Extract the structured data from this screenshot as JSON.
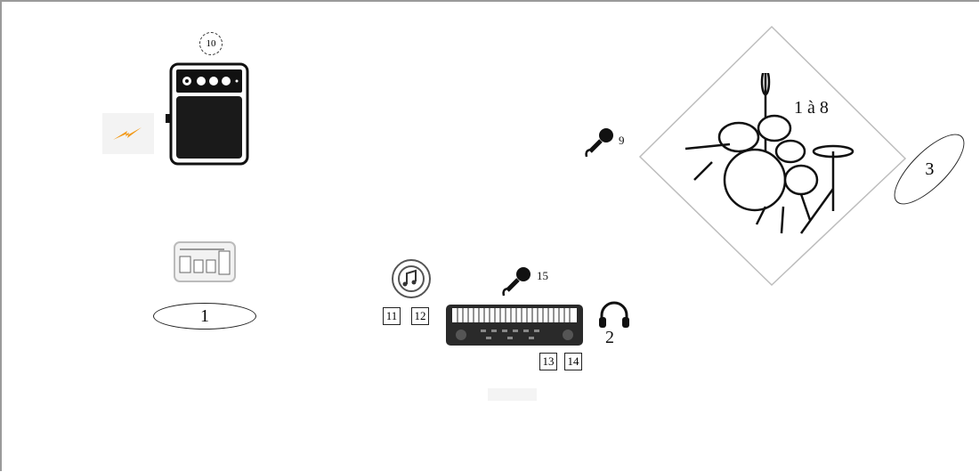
{
  "amp": {
    "badge": "10"
  },
  "pedalboard": {
    "label": "1"
  },
  "drums": {
    "label": "1 à 8"
  },
  "drum_mic": {
    "label": "9"
  },
  "riser": {
    "label": "3"
  },
  "keys_mic": {
    "label": "15"
  },
  "loop_inputs": [
    "11",
    "12"
  ],
  "keyboard_inputs": [
    "13",
    "14"
  ],
  "headphones": {
    "label": "2"
  },
  "colors": {
    "power": "#f29a1a",
    "stroke": "#111111",
    "frame": "#9a9a9a"
  },
  "icons": [
    "power-bolt-icon",
    "amp-icon",
    "pedalboard-icon",
    "drum-kit-icon",
    "microphone-icon",
    "music-loop-icon",
    "keyboard-icon",
    "headphones-icon"
  ]
}
